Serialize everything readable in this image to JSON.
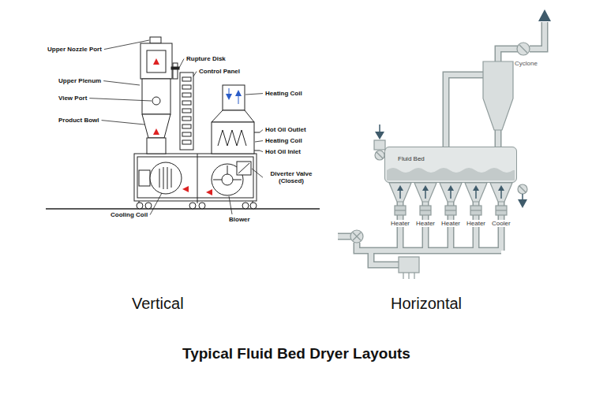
{
  "diagram": {
    "title": "Typical Fluid Bed Dryer Layouts",
    "nodes": [
      {
        "text": [
          "Fluid Bed"
        ]
      }
    ],
    "labels": [
      "Upper Nozzle Port",
      "Rupture Disk",
      "Control Panel",
      "Upper Plenum",
      "Heating Coil",
      "View Port",
      "Product Bowl",
      "Hot Oil Outlet",
      "Heating Coil",
      "Hot Oil Inlet",
      "Diverter Valve (Closed)",
      "Cooling Coil",
      "Blower",
      "Cyclone",
      "Heater",
      "Heater",
      "Heater",
      "Heater",
      "Cooler",
      "Vertical",
      "Horizontal"
    ]
  }
}
